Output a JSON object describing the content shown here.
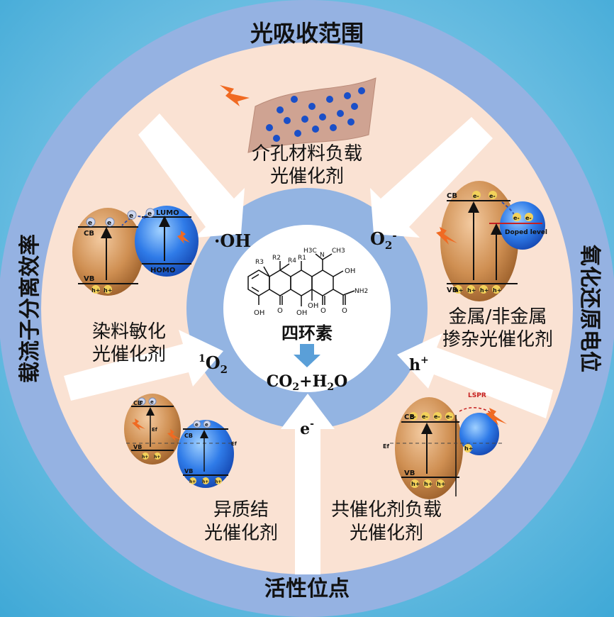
{
  "outer_ring": {
    "top": "光吸收范围",
    "right": "氧化还原电位",
    "bottom": "活性位点",
    "left": "载流子分离效率"
  },
  "sectors": {
    "top": [
      "介孔材料负载",
      "光催化剂"
    ],
    "top_right": [
      "金属/非金属",
      "掺杂光催化剂"
    ],
    "bottom_right": [
      "共催化剂负载",
      "光催化剂"
    ],
    "bottom_left": [
      "异质结",
      "光催化剂"
    ],
    "top_left": [
      "染料敏化",
      "光催化剂"
    ]
  },
  "species": {
    "oh": "·OH",
    "o2_minus": "O2-",
    "h_plus": "h+",
    "e_minus": "e-",
    "singlet_o2": "1O2"
  },
  "center": {
    "title": "四环素",
    "product": "CO2+H2O",
    "structure_labels": {
      "r3": "R3",
      "r2": "R2",
      "r1": "R1",
      "r4": "R4",
      "nme2_h3c": "H3C",
      "nme2_ch3": "CH3",
      "n": "N",
      "oh1": "OH",
      "oh2": "OH",
      "oh3": "OH",
      "oh4": "OH",
      "nh2": "NH2",
      "o1": "O",
      "o2": "O",
      "o3": "O"
    }
  },
  "diagrams": {
    "dye": {
      "cb": "CB",
      "vb": "VB",
      "lumo": "LUMO",
      "homo": "HOMO",
      "e": "e",
      "h": "h+"
    },
    "doped": {
      "cb": "CB",
      "vb": "VB",
      "level": "Doped level",
      "e": "e-",
      "h": "h+"
    },
    "hetero": {
      "cb": "CB",
      "vb": "VB",
      "ef": "Ef",
      "e": "e",
      "h": "h+"
    },
    "cocat": {
      "cb": "CB",
      "vb": "VB",
      "ef": "Ef",
      "lspr": "LSPR",
      "e": "e-",
      "h": "h+"
    }
  },
  "colors": {
    "background": "#5fb9de",
    "outer_ring": "#95b2e2",
    "sector_fill": "#fae2d3",
    "inner_ring": "#93b4e2",
    "center": "#ffffff",
    "arrow": "#ffffff",
    "particle_brown": "#c98a4b",
    "particle_blue": "#2a6fe0",
    "lightning": "#f0782a",
    "down_arrow": "#5a9fd8"
  }
}
